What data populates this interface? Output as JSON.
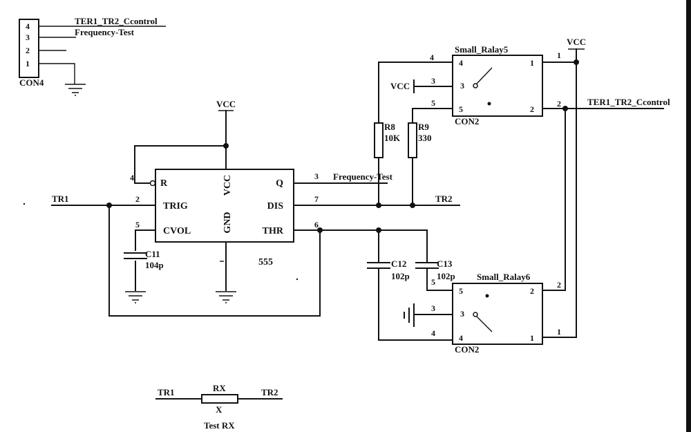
{
  "con4": {
    "name": "CON4",
    "pins": [
      "4",
      "3",
      "2",
      "1"
    ],
    "net_pin4": "TER1_TR2_Ccontrol",
    "net_pin3": "Frequency-Test"
  },
  "timer": {
    "part": "555",
    "pin_r": "R",
    "pin_trig": "TRIG",
    "pin_cvol": "CVOL",
    "pin_vcc": "VCC",
    "pin_gnd": "GND",
    "pin_q": "Q",
    "pin_dis": "DIS",
    "pin_thr": "THR",
    "num_r": "4",
    "num_trig": "2",
    "num_cvol": "5",
    "num_q": "3",
    "num_dis": "7",
    "num_thr": "6",
    "vcc_label": "VCC",
    "q_net": "Frequency-Test"
  },
  "nets": {
    "tr1": "TR1",
    "tr2": "TR2",
    "vcc_right": "VCC",
    "ter_out": "TER1_TR2_Ccontrol",
    "vcc_small": "VCC"
  },
  "resistors": {
    "r8_name": "R8",
    "r8_value": "10K",
    "r9_name": "R9",
    "r9_value": "330"
  },
  "capacitors": {
    "c11_name": "C11",
    "c11_value": "104p",
    "c12_name": "C12",
    "c12_value": "102p",
    "c13_name": "C13",
    "c13_value": "102p"
  },
  "relay5": {
    "title": "Small_Ralay5",
    "footer": "CON2",
    "p4": "4",
    "p3": "3",
    "p5": "5",
    "p1": "1",
    "p2": "2",
    "ext4": "4",
    "ext3": "3",
    "ext5": "5",
    "ext1": "1",
    "ext2": "2"
  },
  "relay6": {
    "title": "Small_Ralay6",
    "footer": "CON2",
    "p5": "5",
    "p3": "3",
    "p4": "4",
    "p2": "2",
    "p1": "1",
    "ext5": "5",
    "ext3": "3",
    "ext4": "4",
    "ext2": "2",
    "ext1": "1"
  },
  "test_rx": {
    "left": "TR1",
    "right": "TR2",
    "top": "RX",
    "value": "X",
    "caption": "Test RX"
  }
}
